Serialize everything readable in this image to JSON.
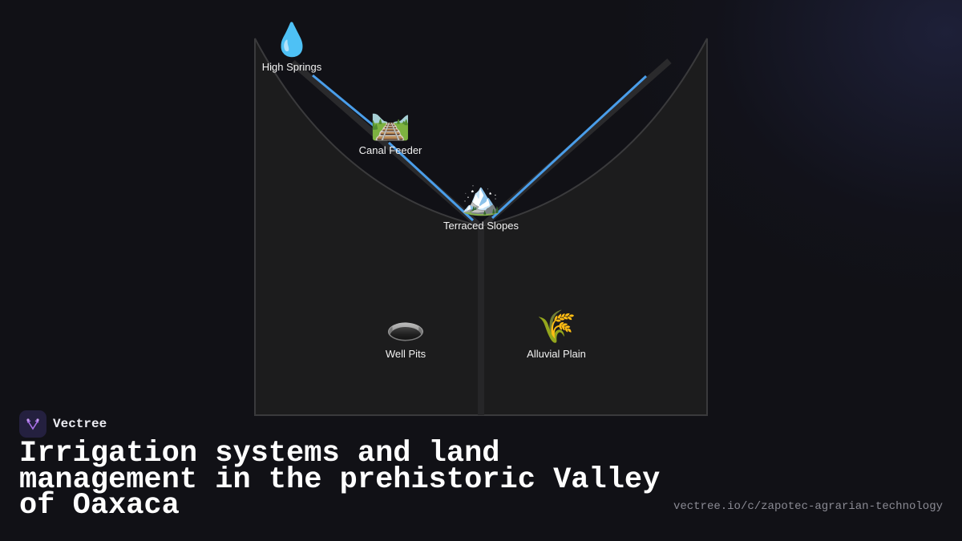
{
  "diagram": {
    "nodes": [
      {
        "id": "high-springs",
        "label": "High Springs",
        "icon": "droplet-icon",
        "glyph": "💧"
      },
      {
        "id": "canal-feeder",
        "label": "Canal Feeder",
        "icon": "railway-track-icon",
        "glyph": "🛤️"
      },
      {
        "id": "terraced-slopes",
        "label": "Terraced Slopes",
        "icon": "snow-capped-mountain-icon",
        "glyph": "🏔️"
      },
      {
        "id": "well-pits",
        "label": "Well Pits",
        "icon": "hole-icon",
        "glyph": "🕳️"
      },
      {
        "id": "alluvial-plain",
        "label": "Alluvial Plain",
        "icon": "sheaf-of-rice-icon",
        "glyph": "🌾"
      }
    ],
    "colors": {
      "valley_fill": "#1c1c1d",
      "valley_stroke": "#3a3a3c",
      "flow_line": "#4a9eea",
      "shadow_line": "#2a2a2c"
    }
  },
  "brand": {
    "name": "Vectree",
    "icon": "vectree-logo-icon",
    "accent": "#a970e8"
  },
  "title": "Irrigation systems and land management in the prehistoric Valley of Oaxaca",
  "url": "vectree.io/c/zapotec-agrarian-technology"
}
